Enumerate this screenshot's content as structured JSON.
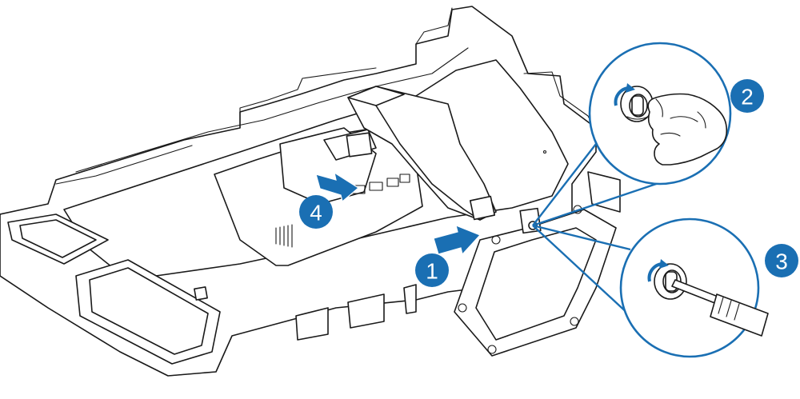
{
  "steps": [
    {
      "id": "step-1",
      "label": "1"
    },
    {
      "id": "step-2",
      "label": "2"
    },
    {
      "id": "step-3",
      "label": "3"
    },
    {
      "id": "step-4",
      "label": "4"
    }
  ],
  "colors": {
    "accent": "#1a6fb3",
    "line": "#1a1a1a",
    "background": "#ffffff"
  },
  "icons": {
    "step-arrow": "blue-arrow-icon",
    "zoom": "zoom-callout-circle",
    "hand": "hand-fingers-icon",
    "screwdriver": "screwdriver-icon",
    "screw": "thumbscrew-icon"
  }
}
